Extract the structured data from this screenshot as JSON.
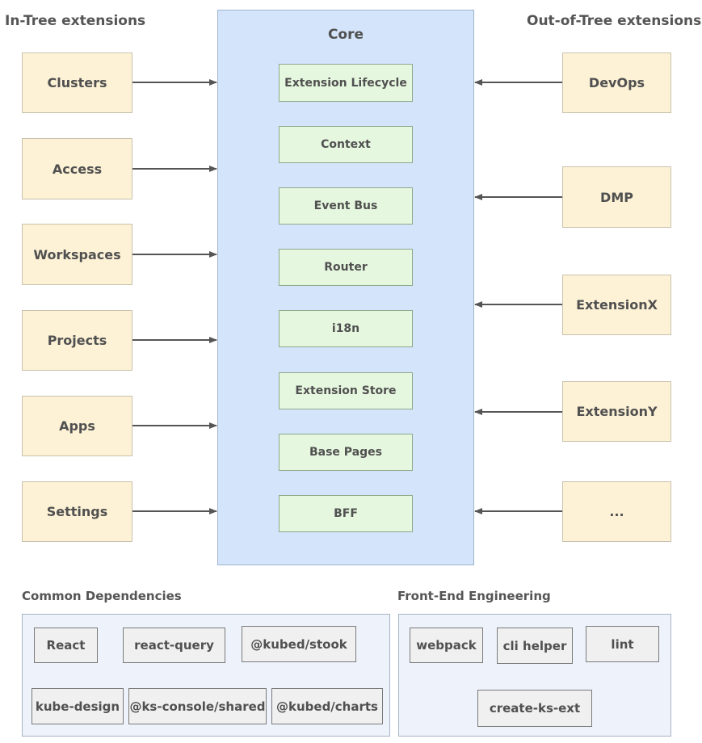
{
  "headings": {
    "in_tree": "In-Tree extensions",
    "out_of_tree": "Out-of-Tree extensions",
    "common_deps": "Common Dependencies",
    "front_end": "Front-End Engineering"
  },
  "core": {
    "title": "Core",
    "modules": [
      "Extension Lifecycle",
      "Context",
      "Event Bus",
      "Router",
      "i18n",
      "Extension Store",
      "Base Pages",
      "BFF"
    ]
  },
  "in_tree": [
    "Clusters",
    "Access",
    "Workspaces",
    "Projects",
    "Apps",
    "Settings"
  ],
  "out_of_tree": [
    "DevOps",
    "DMP",
    "ExtensionX",
    "ExtensionY",
    "..."
  ],
  "common_dependencies": [
    "React",
    "react-query",
    "@kubed/stook",
    "kube-design",
    "@ks-console/shared",
    "@kubed/charts"
  ],
  "front_end_engineering": [
    "webpack",
    "cli helper",
    "lint",
    "create-ks-ext"
  ],
  "colors": {
    "extension_fill": "#fdf2d6",
    "core_fill": "#d3e4fb",
    "module_fill": "#e6f7df",
    "panel_fill": "#eef3fb",
    "arrow": "#555555"
  }
}
